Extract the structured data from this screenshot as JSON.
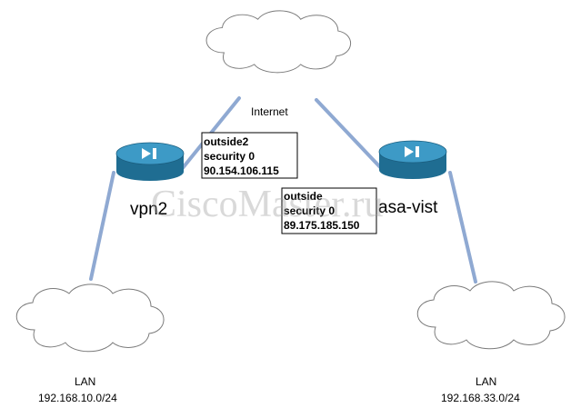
{
  "colors": {
    "link": "#8fa9d2",
    "router_body": "#1f6d92",
    "router_top": "#3d9ac6",
    "cloud_stroke": "#7a7a7a",
    "box_stroke": "#000000"
  },
  "internet": {
    "label": "Internet"
  },
  "routers": {
    "vpn2": {
      "label": "vpn2",
      "icon": "router-icon"
    },
    "asa": {
      "label": "asa-vist",
      "icon": "router-icon"
    }
  },
  "interfaces": {
    "vpn2_outside": {
      "name": "outside2",
      "security": "security 0",
      "ip": "90.154.106.115"
    },
    "asa_outside": {
      "name": "outside",
      "security": "security 0",
      "ip": "89.175.185.150"
    }
  },
  "lans": {
    "left": {
      "label": "LAN",
      "subnet": "192.168.10.0/24"
    },
    "right": {
      "label": "LAN",
      "subnet": "192.168.33.0/24"
    }
  },
  "watermark": "CiscoMaster.ru"
}
